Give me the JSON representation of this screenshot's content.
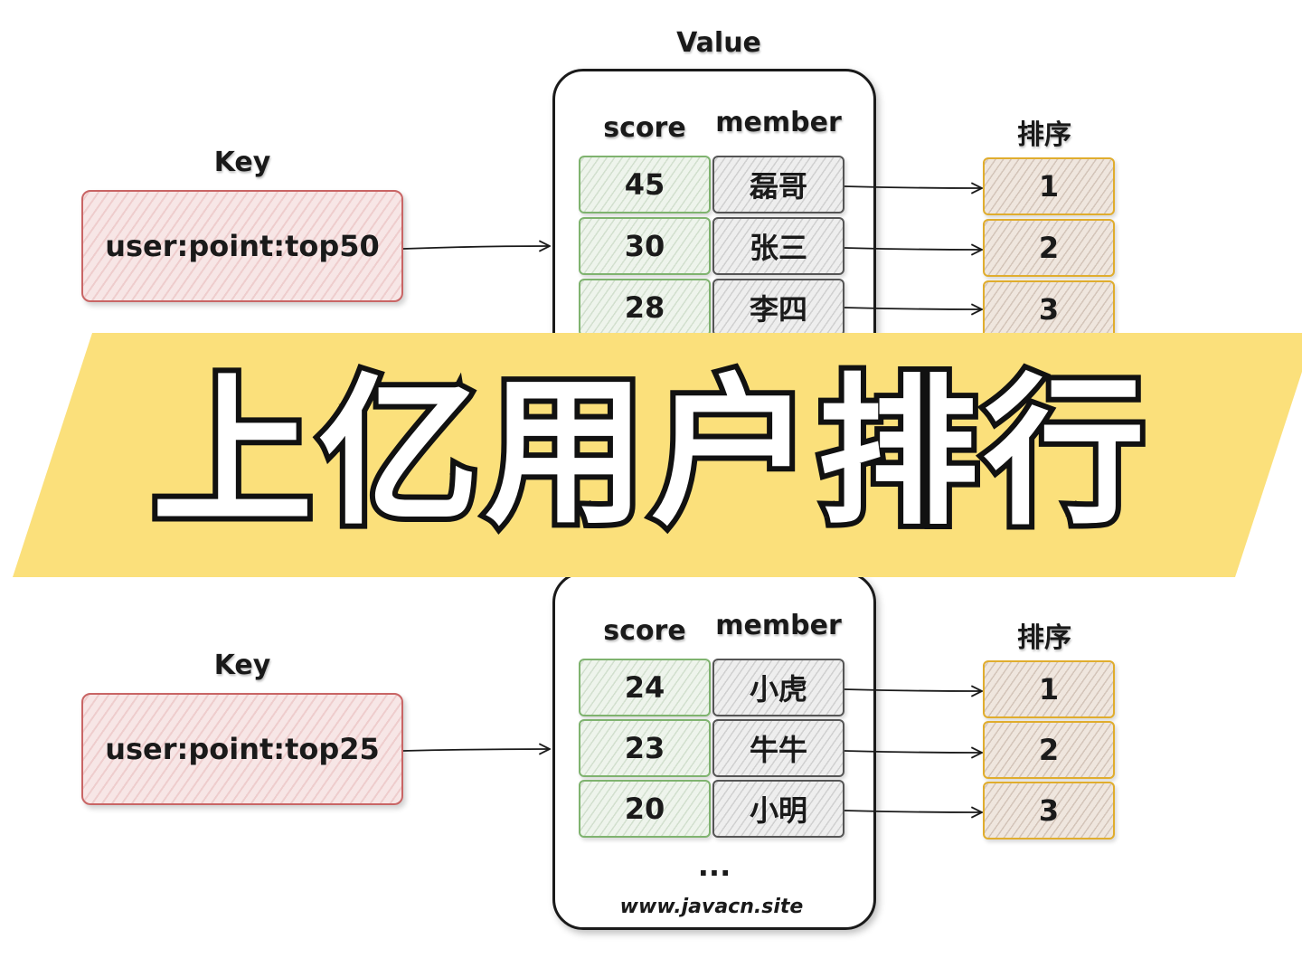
{
  "value_label": "Value",
  "sort_label": "排序",
  "title": "上亿用户排行",
  "top": {
    "key_label": "Key",
    "key": "user:point:top50",
    "col_score": "score",
    "col_member": "member",
    "rows": [
      {
        "score": "45",
        "member": "磊哥",
        "rank": "1"
      },
      {
        "score": "30",
        "member": "张三",
        "rank": "2"
      },
      {
        "score": "28",
        "member": "李四",
        "rank": "3"
      }
    ]
  },
  "bottom": {
    "key_label": "Key",
    "key": "user:point:top25",
    "col_score": "score",
    "col_member": "member",
    "rows": [
      {
        "score": "24",
        "member": "小虎",
        "rank": "1"
      },
      {
        "score": "23",
        "member": "牛牛",
        "rank": "2"
      },
      {
        "score": "20",
        "member": "小明",
        "rank": "3"
      }
    ],
    "ellipsis": "...",
    "site": "www.javacn.site"
  },
  "colors": {
    "banner": "#fbe07b",
    "key_border": "#c96565",
    "score_border": "#7fb36f",
    "member_border": "#555555",
    "rank_border": "#e0ad2e"
  }
}
